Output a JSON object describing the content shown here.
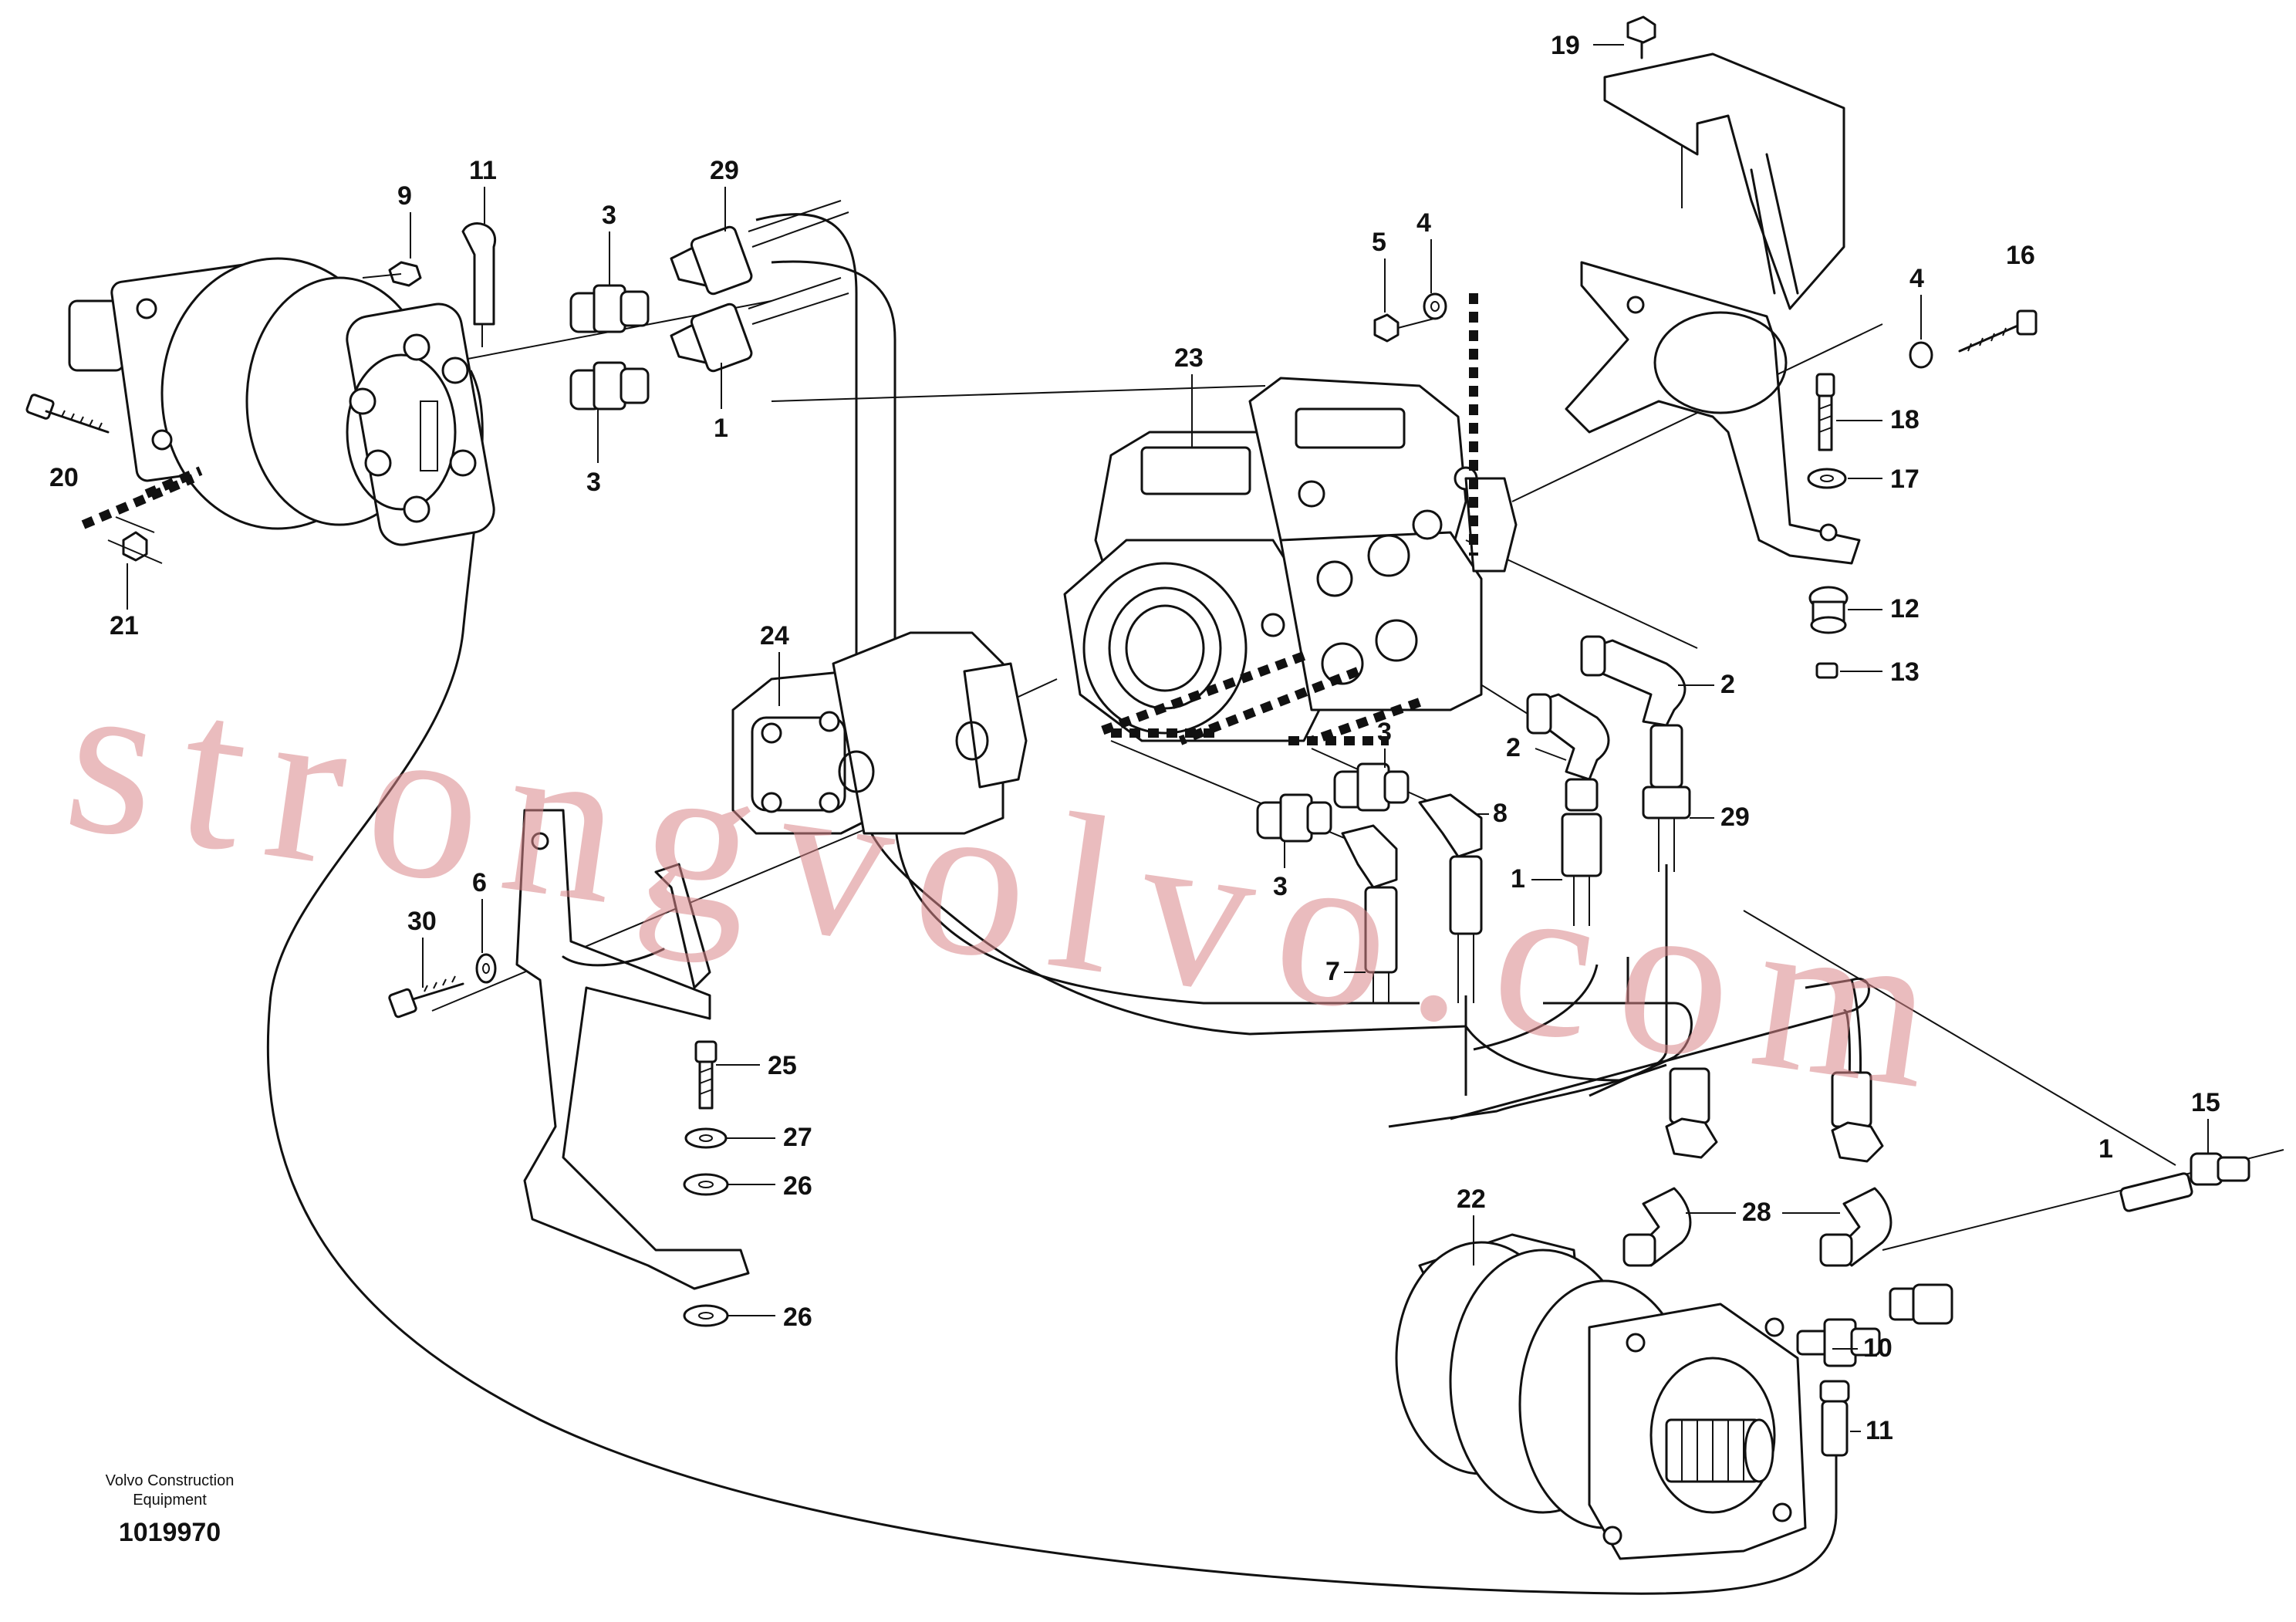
{
  "diagram": {
    "callouts": {
      "n1a": "1",
      "n1b": "1",
      "n1c": "1",
      "n2a": "2",
      "n2b": "2",
      "n3a": "3",
      "n3b": "3",
      "n3c": "3",
      "n3d": "3",
      "n4a": "4",
      "n4b": "4",
      "n5": "5",
      "n6": "6",
      "n7": "7",
      "n8": "8",
      "n9": "9",
      "n10": "10",
      "n11a": "11",
      "n11b": "11",
      "n12": "12",
      "n13": "13",
      "n15": "15",
      "n16": "16",
      "n17": "17",
      "n18": "18",
      "n19": "19",
      "n20": "20",
      "n21": "21",
      "n22": "22",
      "n23": "23",
      "n24": "24",
      "n25": "25",
      "n26a": "26",
      "n26b": "26",
      "n27": "27",
      "n28": "28",
      "n29a": "29",
      "n29b": "29",
      "n30": "30"
    }
  },
  "footer": {
    "brand_line1": "Volvo Construction",
    "brand_line2": "Equipment",
    "drawing_number": "1019970"
  },
  "watermark": {
    "text": "strongvolvo.com",
    "color": "#d9878a"
  }
}
